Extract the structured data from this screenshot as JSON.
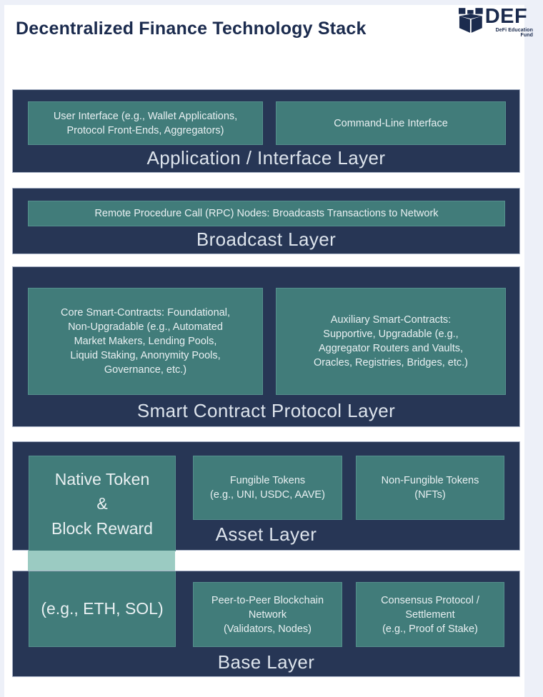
{
  "page": {
    "title": "Decentralized Finance Technology Stack"
  },
  "logo": {
    "name": "DEF",
    "subtitle": "DeFi Education Fund"
  },
  "colors": {
    "navy": "#273655",
    "teal": "#417C7A",
    "teal_light": "#9BCBC2",
    "title_text": "#1B2B4E",
    "box_text": "#E9F0F2",
    "label_text": "#DDE4EC",
    "frame_background": "#EDF0F8",
    "page_background": "#FFFFFF"
  },
  "layers": [
    {
      "label": "Application / Interface Layer",
      "boxes": [
        {
          "text": "User Interface (e.g., Wallet Applications,\nProtocol Front-Ends, Aggregators)"
        },
        {
          "text": "Command-Line Interface"
        }
      ]
    },
    {
      "label": "Broadcast Layer",
      "boxes": [
        {
          "text": "Remote Procedure Call (RPC) Nodes: Broadcasts Transactions to Network"
        }
      ]
    },
    {
      "label": "Smart Contract Protocol Layer",
      "boxes": [
        {
          "text": "Core Smart-Contracts: Foundational,\nNon-Upgradable (e.g., Automated\nMarket Makers, Lending Pools,\nLiquid Staking, Anonymity Pools,\nGovernance, etc.)"
        },
        {
          "text": "Auxiliary Smart-Contracts:\nSupportive, Upgradable (e.g.,\nAggregator Routers and Vaults,\nOracles, Registries, Bridges, etc.)"
        }
      ]
    },
    {
      "label": "Asset Layer",
      "boxes": [
        {
          "text": "Native Token\n&\nBlock Reward"
        },
        {
          "text": "Fungible Tokens\n(e.g., UNI, USDC, AAVE)"
        },
        {
          "text": "Non-Fungible Tokens\n(NFTs)"
        }
      ]
    },
    {
      "label": "Base Layer",
      "boxes": [
        {
          "text": "(e.g., ETH, SOL)"
        },
        {
          "text": "Peer-to-Peer Blockchain\nNetwork\n(Validators, Nodes)"
        },
        {
          "text": "Consensus Protocol /\nSettlement\n(e.g., Proof of Stake)"
        }
      ]
    }
  ]
}
